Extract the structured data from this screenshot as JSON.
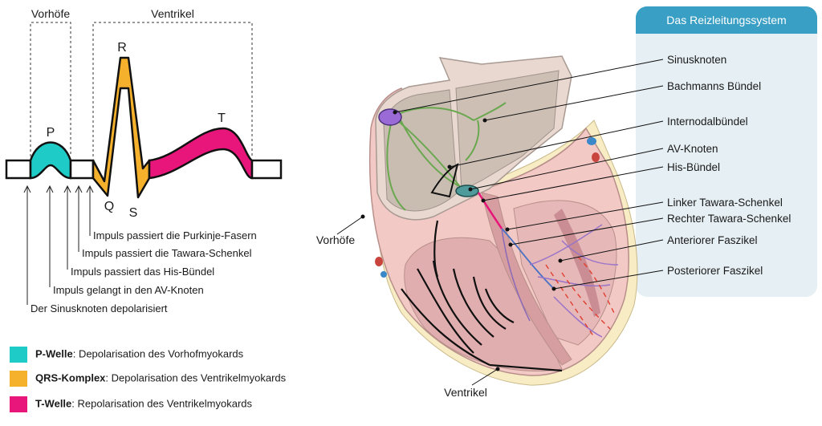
{
  "ecg": {
    "section_atria": "Vorhöfe",
    "section_ventricle": "Ventrikel",
    "wave_p": "P",
    "wave_q": "Q",
    "wave_r": "R",
    "wave_s": "S",
    "wave_t": "T",
    "events": [
      "Impuls passiert die Purkinje-Fasern",
      "Impuls passiert die Tawara-Schenkel",
      "Impuls passiert das His-Bündel",
      "Impuls gelangt in den AV-Knoten",
      "Der Sinusknoten depolarisiert"
    ]
  },
  "legend": [
    {
      "term": "P-Welle",
      "desc": ": Depolarisation des Vorhofmyokards",
      "color": "#1ecbc6"
    },
    {
      "term": "QRS-Komplex",
      "desc": ": Depolarisation des Ventrikelmyokards",
      "color": "#f6b12c"
    },
    {
      "term": "T-Welle",
      "desc": ": Repolarisation des Ventrikelmyokards",
      "color": "#e8157a"
    }
  ],
  "panel": {
    "title": "Das Reizleitungssystem",
    "labels": [
      "Sinusknoten",
      "Bachmanns Bündel",
      "Internodalbündel",
      "AV-Knoten",
      "His-Bündel",
      "Linker Tawara-Schenkel",
      "Rechter Tawara-Schenkel",
      "Anteriorer Faszikel",
      "Posteriorer Faszikel"
    ]
  },
  "heart": {
    "label_atria": "Vorhöfe",
    "label_ventricle": "Ventrikel"
  },
  "colors": {
    "p_wave": "#1ecbc6",
    "qrs": "#f6b12c",
    "t_wave": "#e8157a",
    "panel_header": "#3a9fc4",
    "panel_bg": "#e6eff3"
  }
}
